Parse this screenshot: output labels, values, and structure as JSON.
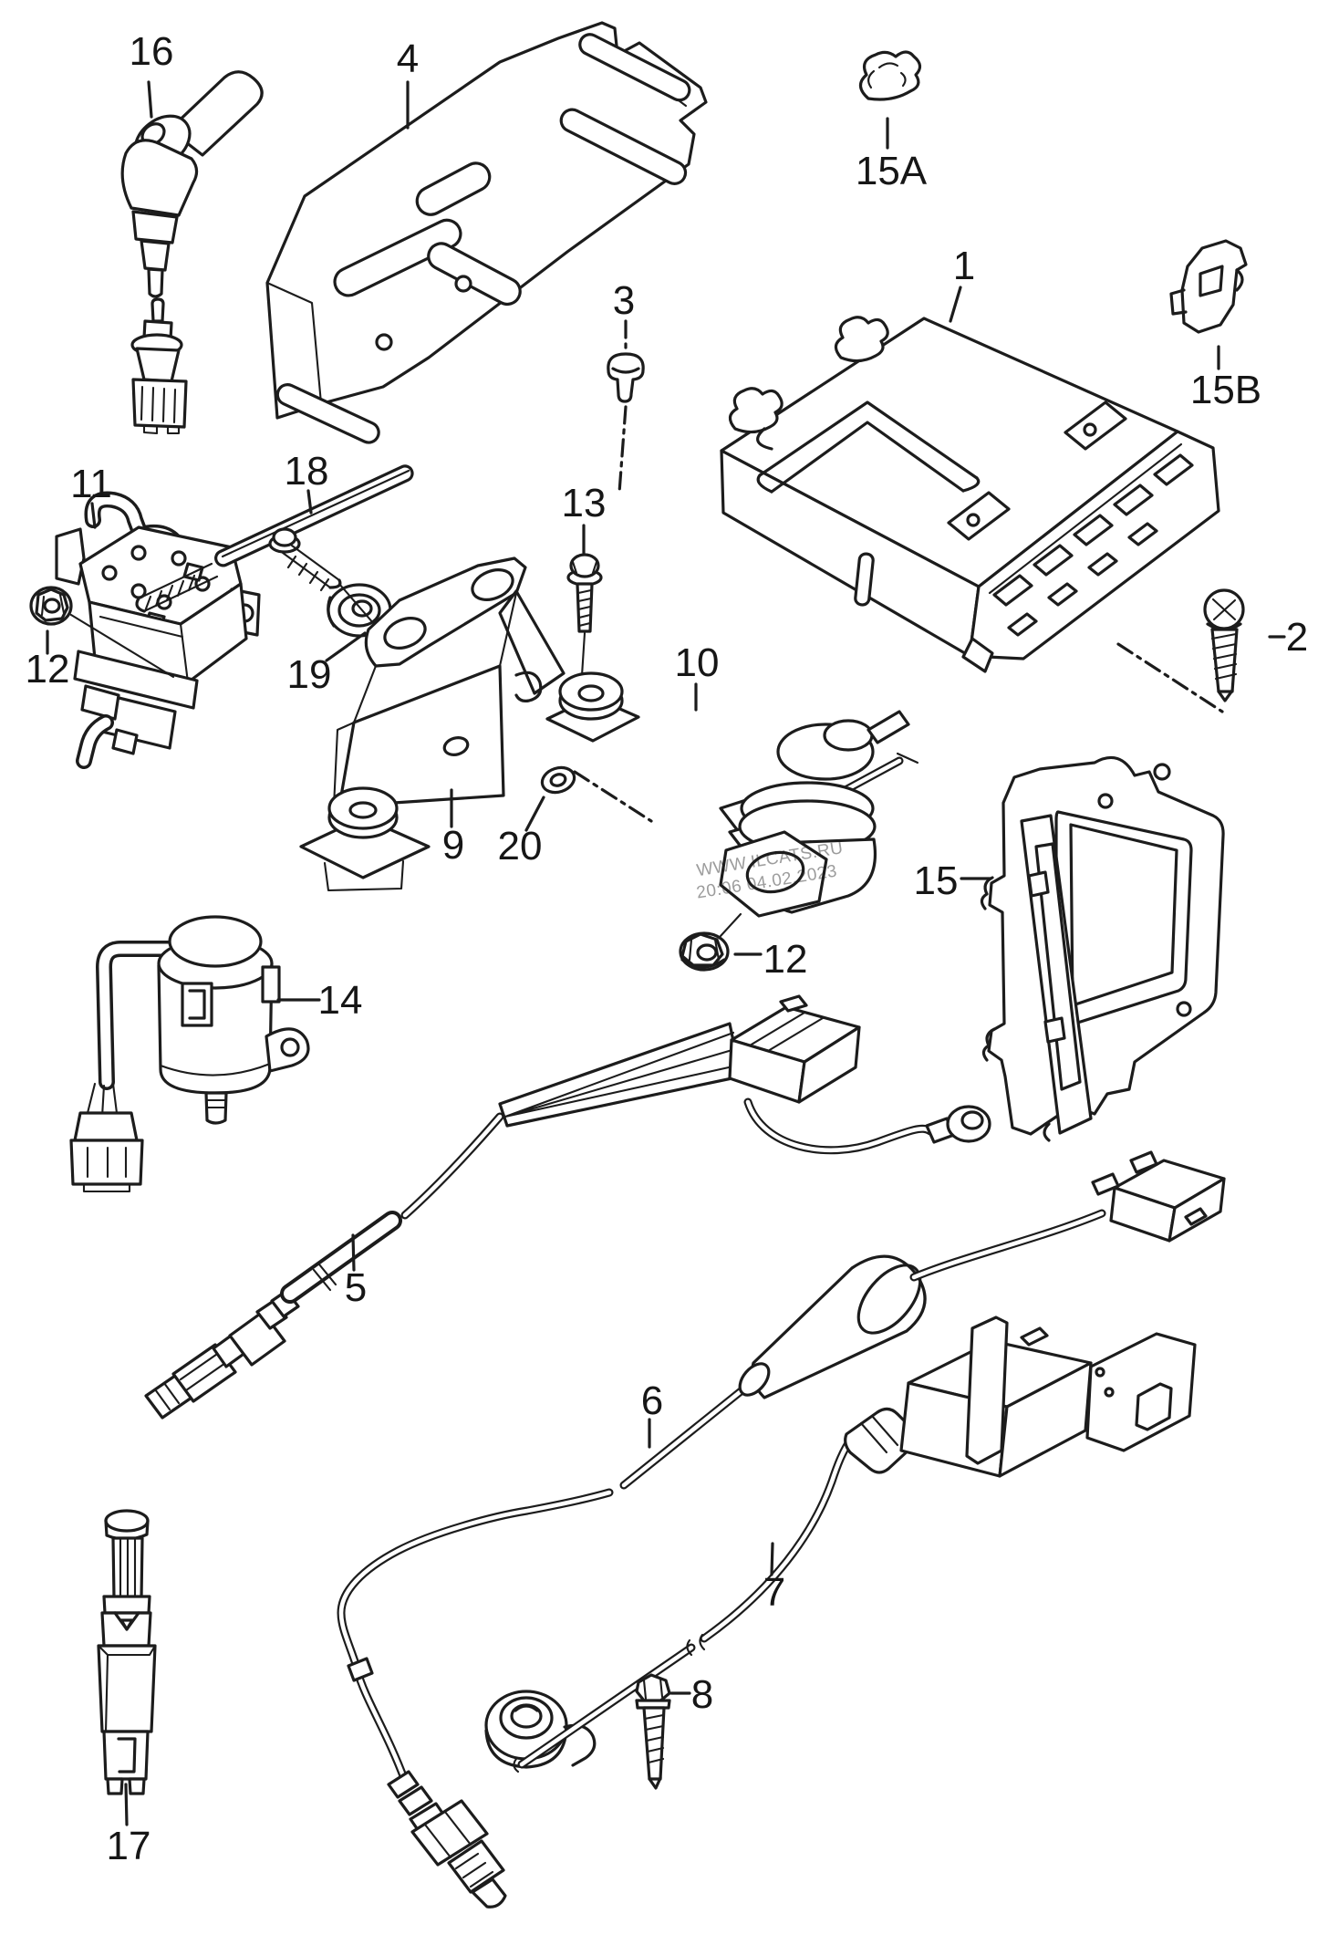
{
  "colors": {
    "background": "#ffffff",
    "line": "#1c1c1c",
    "watermark": "#9c9c9c"
  },
  "watermark": {
    "line1": "WWW.ILCATS.RU",
    "line2": "20:06 04.02.2023"
  },
  "labels": [
    {
      "text": "16"
    },
    {
      "text": "4"
    },
    {
      "text": "15A"
    },
    {
      "text": "1"
    },
    {
      "text": "15B"
    },
    {
      "text": "3"
    },
    {
      "text": "2"
    },
    {
      "text": "11"
    },
    {
      "text": "12"
    },
    {
      "text": "18"
    },
    {
      "text": "19"
    },
    {
      "text": "13"
    },
    {
      "text": "9"
    },
    {
      "text": "20"
    },
    {
      "text": "10"
    },
    {
      "text": "12"
    },
    {
      "text": "15"
    },
    {
      "text": "14"
    },
    {
      "text": "5"
    },
    {
      "text": "6"
    },
    {
      "text": "7"
    },
    {
      "text": "8"
    },
    {
      "text": "17"
    }
  ]
}
